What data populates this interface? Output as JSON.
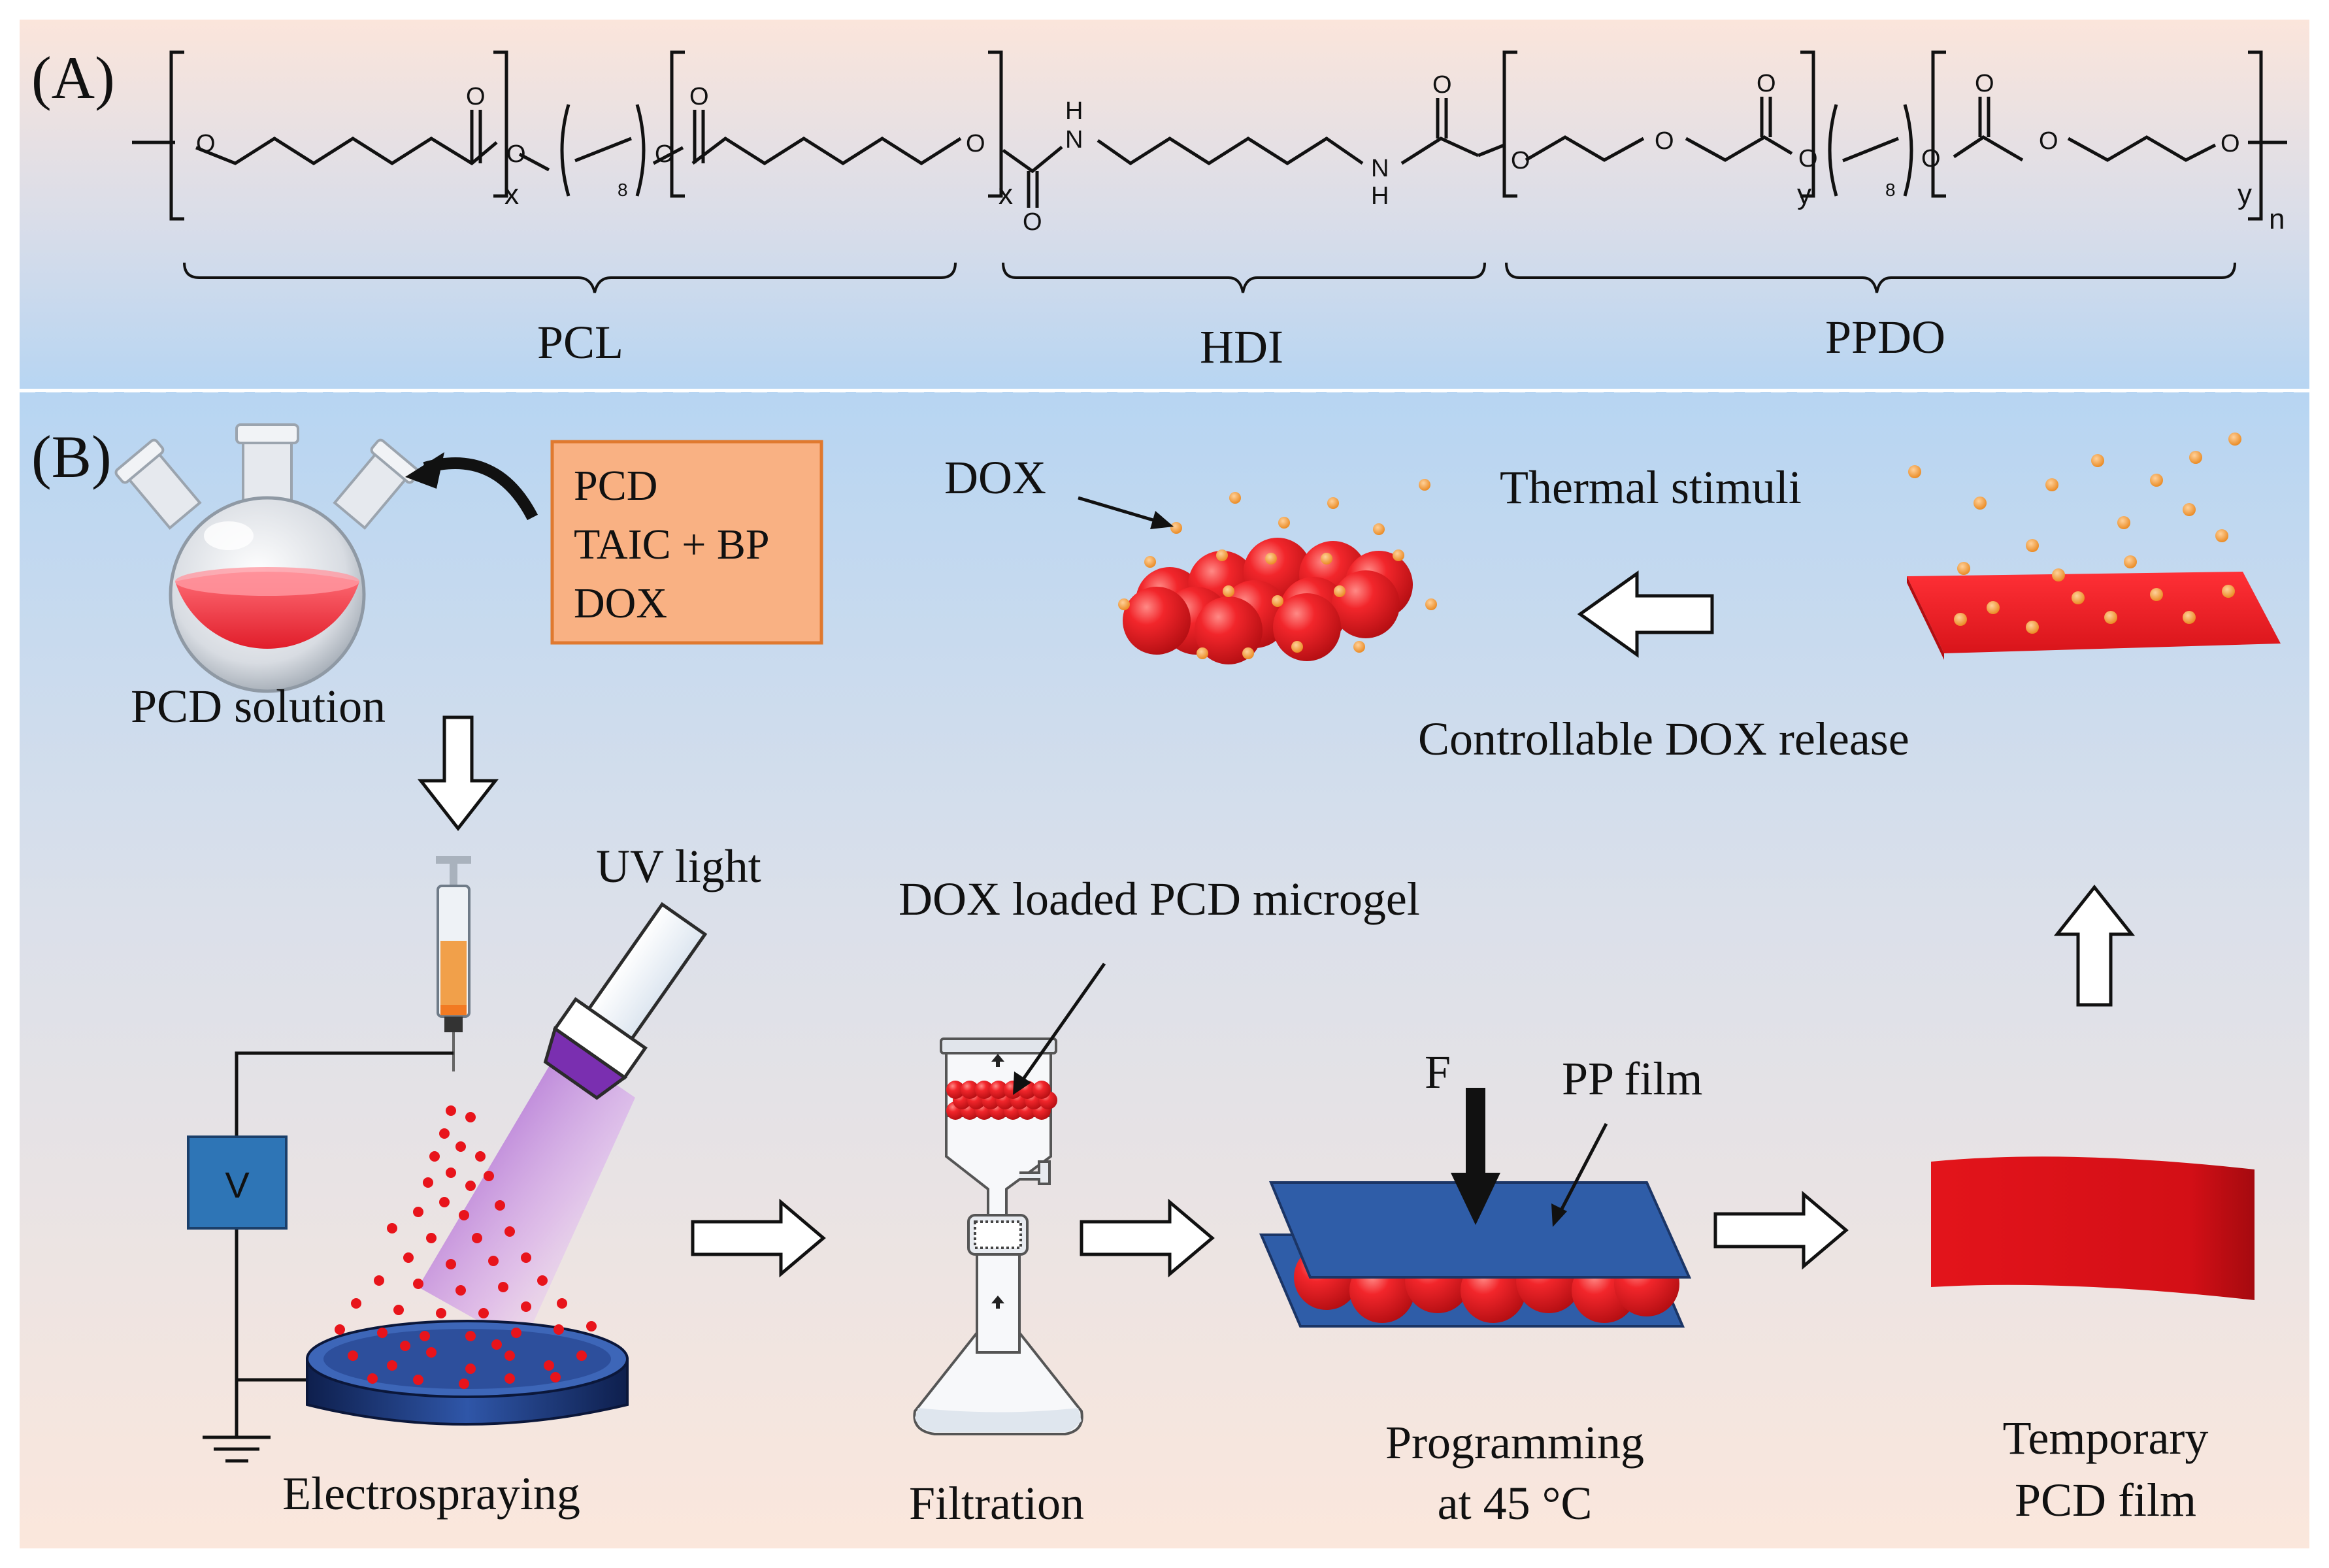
{
  "panel_a": {
    "label": "(A)",
    "atoms": {
      "o": "O",
      "nh": "N",
      "h": "H"
    },
    "subscripts": {
      "x": "x",
      "y": "y",
      "n": "n",
      "eight": "8"
    },
    "segments": [
      "PCL",
      "HDI",
      "PPDO"
    ]
  },
  "panel_b": {
    "label": "(B)",
    "reagents": [
      "PCD",
      "TAIC + BP",
      "DOX"
    ],
    "solution_label": "PCD solution",
    "uv_label": "UV light",
    "voltage_label": "V",
    "microgel_label": "DOX loaded PCD microgel",
    "force_label": "F",
    "pp_film_label": "PP film",
    "dox_label": "DOX",
    "thermal_label": "Thermal stimuli",
    "release_label": "Controllable DOX release",
    "steps": {
      "electrospraying": "Electrospraying",
      "filtration": "Filtration",
      "programming": [
        "Programming",
        "at 45 °C"
      ],
      "temporary": [
        "Temporary",
        "PCD film"
      ]
    }
  },
  "colors": {
    "panel_a_top": "#fbe3d9",
    "panel_a_bottom": "#b9d6f2",
    "panel_b_top": "#b9d6f2",
    "panel_b_bottom": "#fbe6da",
    "particle_red": "#e8141b",
    "dox_orange": "#f0962a",
    "reagent_box": "#f9b183",
    "reagent_border": "#e0792f",
    "voltage_box": "#2e75b6",
    "pp_film": "#2f5da8",
    "uv_purple": "#9b3fc4"
  }
}
